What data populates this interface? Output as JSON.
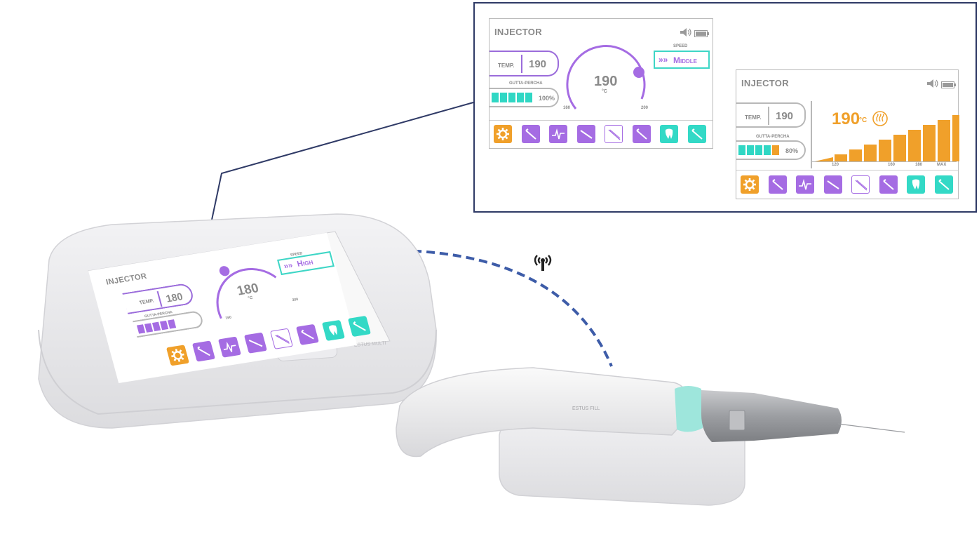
{
  "screen_a": {
    "title": "INJECTOR",
    "temp_label": "TEMP.",
    "temp_value": "190",
    "gutta_label": "GUTTA-PERCHA",
    "gutta_percent": "100%",
    "gutta_fill": 1.0,
    "gauge_value": "190",
    "gauge_unit": "°C",
    "gauge_min": "160",
    "gauge_max": "200",
    "speed_label": "SPEED",
    "speed_value": "Middle"
  },
  "screen_b": {
    "title": "INJECTOR",
    "temp_label": "TEMP.",
    "temp_value": "190",
    "gutta_label": "GUTTA-PERCHA",
    "gutta_percent": "80%",
    "gutta_fill": 0.8,
    "display_value": "190",
    "display_unit": "°C",
    "axis_ticks": [
      "120",
      "160",
      "180",
      "MAX"
    ]
  },
  "device_screen": {
    "title": "INJECTOR",
    "temp_label": "TEMP.",
    "temp_value": "180",
    "gutta_label": "GUTTA-PERCHA",
    "gauge_value": "180",
    "gauge_unit": "°C",
    "gauge_min": "160",
    "gauge_max": "200",
    "speed_label": "SPEED",
    "speed_value": "High"
  },
  "device_labels": {
    "base_brand": "ESTUS MULTI",
    "handpiece_brand": "ESTUS FILL"
  },
  "colors": {
    "accent_purple": "#a56ce3",
    "accent_teal": "#33d9c6",
    "accent_orange": "#f0a02a",
    "connector_blue": "#2f3a66",
    "wireless_dash": "#3d5ca8"
  },
  "icons": [
    "gear-icon",
    "handpiece-icon",
    "apex-icon",
    "file-icon",
    "injector-icon",
    "tooth-icon",
    "wireless-icon",
    "speaker-icon",
    "battery-icon",
    "heat-icon"
  ]
}
